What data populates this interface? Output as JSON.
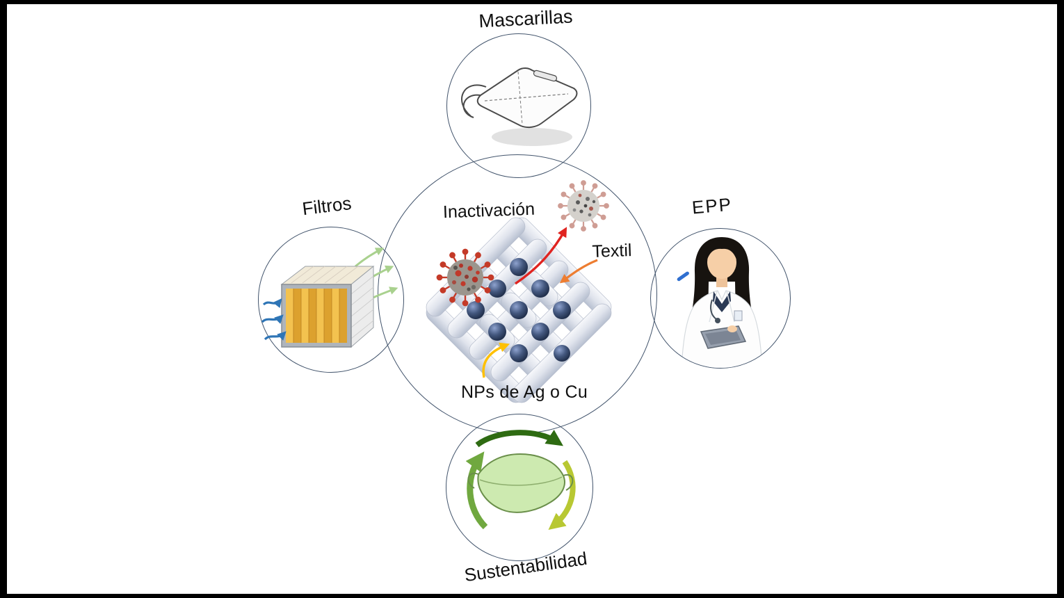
{
  "figure": {
    "canvas_bg": "#000000",
    "paper_bg": "#ffffff",
    "circle_outline": "#41536b"
  },
  "labels": {
    "mascarillas": "Mascarillas",
    "filtros": "Filtros",
    "epp": "EPP",
    "sustentabilidad": "Sustentabilidad",
    "inactivacion": "Inactivación",
    "textil": "Textil",
    "nanoparticles": "NPs de Ag o Cu"
  },
  "icons": {
    "top": "face-mask-illustration",
    "left": "air-filter-illustration",
    "right": "healthcare-worker-illustration",
    "bottom": "recyclable-mask-illustration",
    "center": "textile-weave-with-nanoparticles-illustration",
    "virus_active": "coronavirus-icon",
    "virus_inactivated": "inactivated-virus-icon"
  },
  "colors": {
    "arrow_red": "#e02420",
    "arrow_orange": "#ed7d31",
    "arrow_yellow": "#ffc000",
    "airflow_in_blue": "#2e75b6",
    "airflow_out_green": "#a9d18e",
    "nanoparticle_navy": "#22304f",
    "tube_gray": "#d9dee8",
    "recycle_dark_green": "#2e6b12",
    "recycle_mid_green": "#70a83f",
    "recycle_yellow_green": "#b8c832",
    "mask_green_fill": "#cdeab0",
    "filter_media_yellow": "#f3c24f"
  }
}
